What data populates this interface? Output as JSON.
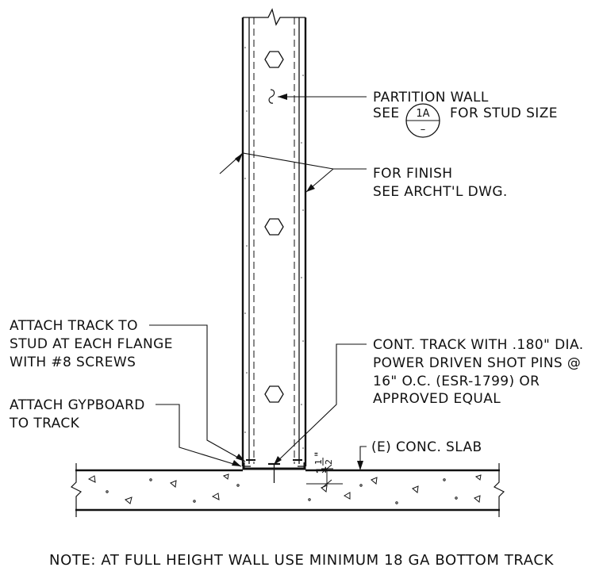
{
  "labels": {
    "partition_wall_line1": "PARTITION WALL",
    "partition_wall_see": "SEE",
    "partition_wall_for": "FOR STUD SIZE",
    "finish_line1": "FOR FINISH",
    "finish_line2": "SEE ARCHT'L DWG.",
    "attach_track_line1": "ATTACH TRACK TO",
    "attach_track_line2": "STUD AT EACH FLANGE",
    "attach_track_line3": "WITH #8 SCREWS",
    "attach_gyp_line1": "ATTACH GYPBOARD",
    "attach_gyp_line2": "TO TRACK",
    "track_line1": "CONT. TRACK WITH .180\" DIA.",
    "track_line2": "POWER DRIVEN SHOT PINS @",
    "track_line3": "16\" O.C. (ESR-1799) OR",
    "track_line4": "APPROVED EQUAL",
    "slab": "(E) CONC. SLAB"
  },
  "detail_bubble": {
    "top": "1A",
    "bottom": "–"
  },
  "dimension": {
    "whole": "1",
    "numerator": "1",
    "denominator": "2",
    "inch_mark": "\""
  },
  "note": "NOTE: AT FULL HEIGHT WALL USE MINIMUM 18 GA BOTTOM TRACK",
  "colors": {
    "ink": "#111111",
    "background": "#ffffff"
  }
}
